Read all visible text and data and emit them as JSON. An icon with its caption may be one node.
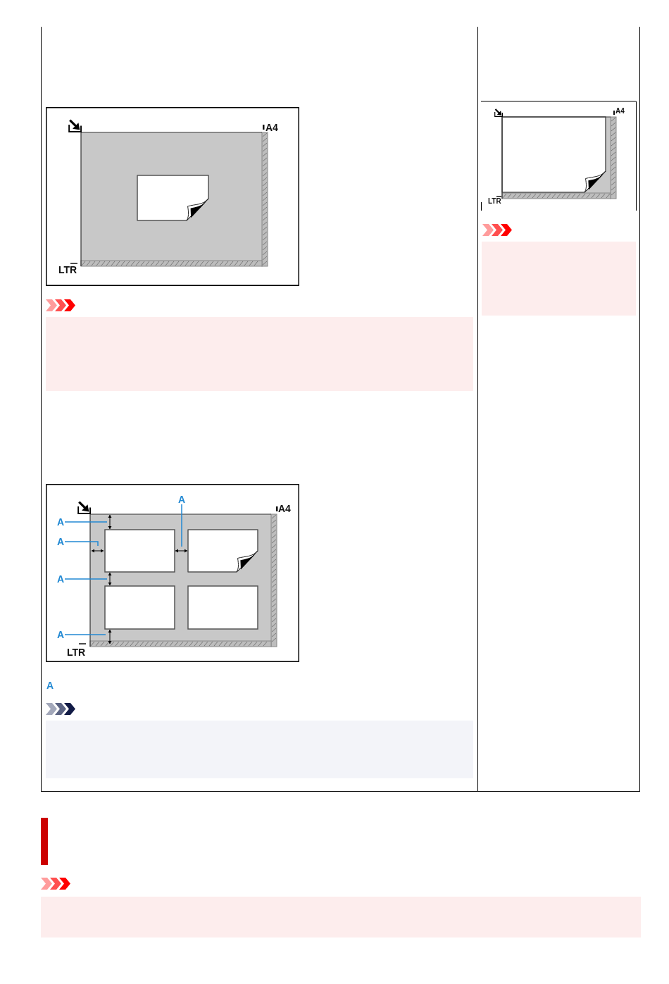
{
  "diagram": {
    "nodes": [
      {
        "text": [
          "A"
        ]
      },
      {
        "text": [
          "A"
        ]
      },
      {
        "text": [
          "A"
        ]
      },
      {
        "text": [
          "A"
        ]
      },
      {
        "text": [
          "A"
        ]
      }
    ],
    "edges": [
      {
        "from": 0,
        "to": null,
        "arrow": "none"
      },
      {
        "from": 1,
        "to": null,
        "arrow": "none"
      },
      {
        "from": 2,
        "to": null,
        "arrow": "none"
      },
      {
        "from": 3,
        "to": null,
        "arrow": "none"
      },
      {
        "from": 4,
        "to": null,
        "arrow": "none"
      }
    ],
    "labels": [
      "A4",
      "LTR",
      "A4",
      "LTR",
      "A",
      "A4",
      "LTR"
    ]
  }
}
